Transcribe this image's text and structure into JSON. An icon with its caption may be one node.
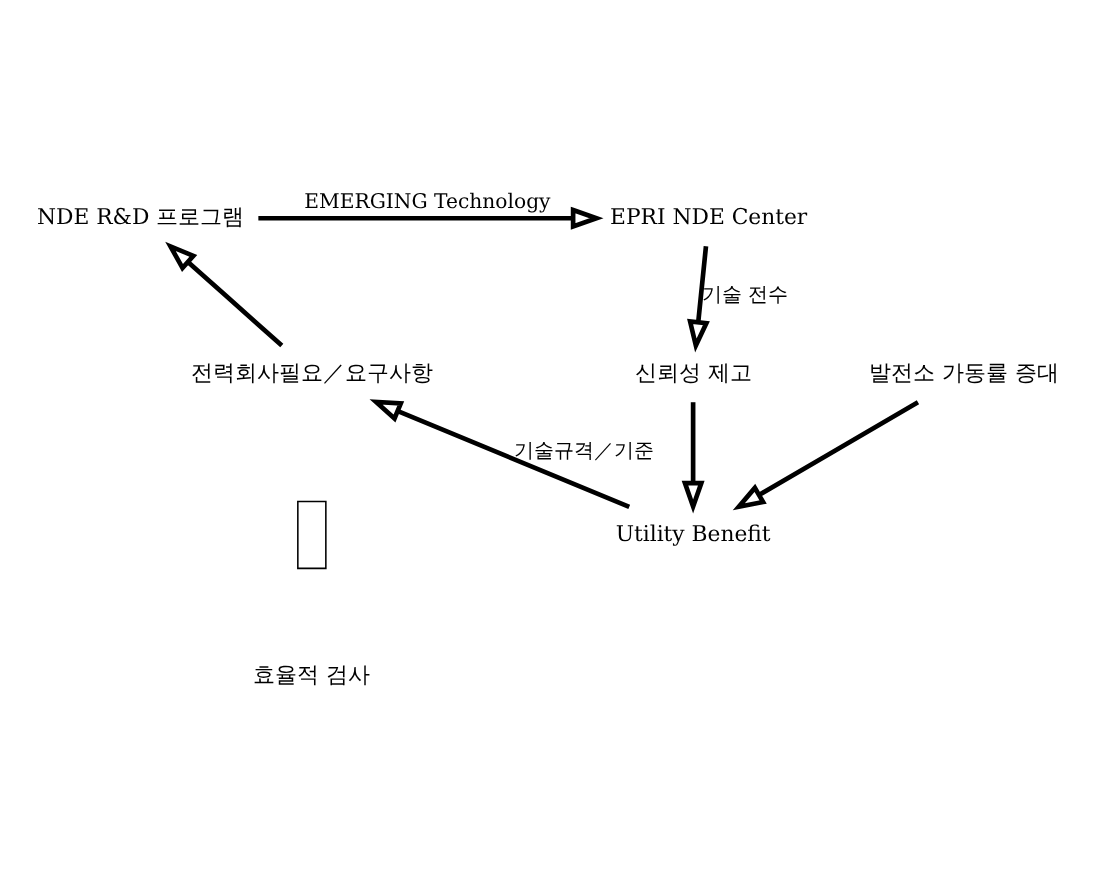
{
  "diagram": {
    "nodes": [
      {
        "text": [
          "NDE R&D 프로그램"
        ]
      },
      {
        "text": [
          "EPRI NDE Center"
        ]
      },
      {
        "text": [
          "전력회사필요／요구사항"
        ]
      },
      {
        "text": [],
        "shape": "bar"
      },
      {
        "text": [
          "신뢰성 제고"
        ]
      },
      {
        "text": [
          "발전소 가동률 증대"
        ]
      },
      {
        "text": [
          "효율적 검사"
        ]
      },
      {
        "text": [
          "Utility Benefit"
        ]
      }
    ],
    "edges": [
      {
        "from": 0,
        "to": 1,
        "arrow": "to",
        "label": "EMERGING Technology"
      },
      {
        "from": 1,
        "to": 4,
        "arrow": "to",
        "label": "기술 전수"
      },
      {
        "from": 4,
        "to": 7,
        "arrow": "to"
      },
      {
        "from": 5,
        "to": 7,
        "arrow": "to"
      },
      {
        "from": 7,
        "to": 2,
        "arrow": "to",
        "label": "기술규격／기준"
      },
      {
        "from": 2,
        "to": 0,
        "arrow": "to"
      }
    ]
  }
}
